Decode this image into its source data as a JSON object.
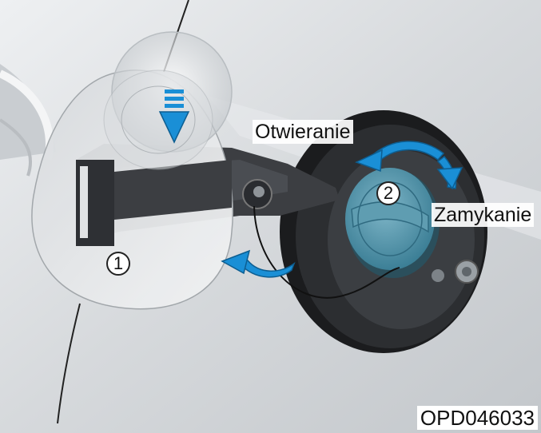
{
  "labels": {
    "opening": "Otwieranie",
    "closing": "Zamykanie"
  },
  "markers": {
    "step_1": "1",
    "step_2": "2"
  },
  "reference_code": "OPD046033",
  "colors": {
    "arrow_blue": "#1a8fd6",
    "cap_blue": "#4c8ea4",
    "body_gray": "#d9dcdf",
    "hinge_dark": "#3a3c40"
  }
}
